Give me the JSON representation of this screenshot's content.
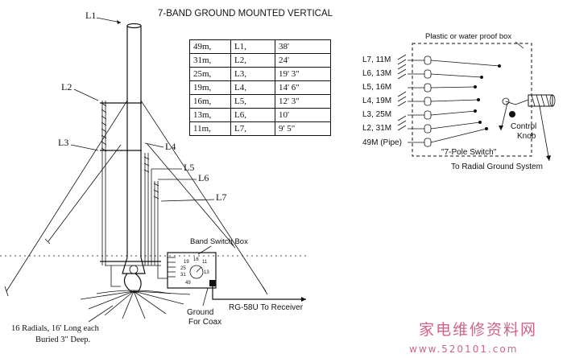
{
  "title": "7-BAND GROUND MOUNTED VERTICAL",
  "antenna": {
    "top_label": "L1",
    "labels": {
      "l2": "L2",
      "l3": "L3",
      "l4": "L4",
      "l5": "L5",
      "l6": "L6",
      "l7": "L7"
    }
  },
  "table": {
    "rows": [
      {
        "band": "49m,",
        "element": "L1,",
        "length": "38'"
      },
      {
        "band": "31m,",
        "element": "L2,",
        "length": "24'"
      },
      {
        "band": "25m,",
        "element": "L3,",
        "length": "19' 3\""
      },
      {
        "band": "19m,",
        "element": "L4,",
        "length": "14' 6\""
      },
      {
        "band": "16m,",
        "element": "L5,",
        "length": "12' 3\""
      },
      {
        "band": "13m,",
        "element": "L6,",
        "length": "10'"
      },
      {
        "band": "11m,",
        "element": "L7,",
        "length": "9' 5\""
      }
    ]
  },
  "switch_box": {
    "title": "Band Switch Box",
    "dial_marks": [
      "19",
      "16",
      "11",
      "25",
      "13",
      "31",
      "49"
    ]
  },
  "labels": {
    "coax": "RG-58U To Receiver",
    "ground": "Ground",
    "ground_sub": "For Coax",
    "radials_1": "16 Radials, 16' Long each",
    "radials_2": "Buried 3\" Deep."
  },
  "switch_detail": {
    "box_label": "Plastic or water proof box",
    "taps": [
      {
        "name": "L7, 11M"
      },
      {
        "name": "L6, 13M"
      },
      {
        "name": "L5, 16M"
      },
      {
        "name": "L4, 19M"
      },
      {
        "name": "L3, 25M"
      },
      {
        "name": "L2, 31M"
      },
      {
        "name": "49M (Pipe)"
      }
    ],
    "switch_label": "\"7-Pole Switch\"",
    "knob_label_1": "Control",
    "knob_label_2": "Knob",
    "radial_label": "To Radial Ground System"
  },
  "watermark": {
    "line1": "家电维修资料网",
    "line2": "www.520101.com",
    "color": "#c0305c"
  }
}
